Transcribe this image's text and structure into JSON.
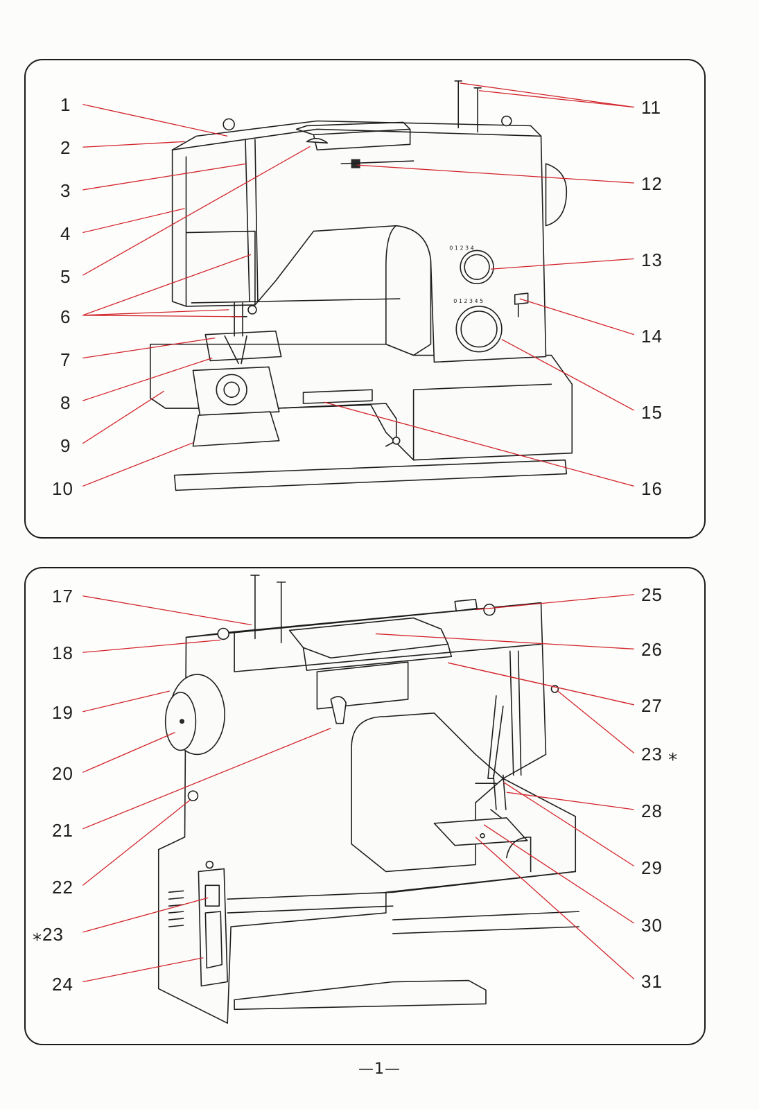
{
  "front_labels": [
    {
      "id": "1",
      "text": "1"
    },
    {
      "id": "2",
      "text": "2"
    },
    {
      "id": "3",
      "text": "3"
    },
    {
      "id": "4",
      "text": "4"
    },
    {
      "id": "5",
      "text": "5"
    },
    {
      "id": "6",
      "text": "6"
    },
    {
      "id": "7",
      "text": "7"
    },
    {
      "id": "8",
      "text": "8"
    },
    {
      "id": "9",
      "text": "9"
    },
    {
      "id": "10",
      "text": "10"
    },
    {
      "id": "11",
      "text": "11"
    },
    {
      "id": "12",
      "text": "12"
    },
    {
      "id": "13",
      "text": "13"
    },
    {
      "id": "14",
      "text": "14"
    },
    {
      "id": "15",
      "text": "15"
    },
    {
      "id": "16",
      "text": "16"
    }
  ],
  "back_labels": [
    {
      "id": "17",
      "text": "17"
    },
    {
      "id": "18",
      "text": "18"
    },
    {
      "id": "19",
      "text": "19"
    },
    {
      "id": "20",
      "text": "20"
    },
    {
      "id": "21",
      "text": "21"
    },
    {
      "id": "22",
      "text": "22"
    },
    {
      "id": "23a",
      "text": "⁎23"
    },
    {
      "id": "24",
      "text": "24"
    },
    {
      "id": "25",
      "text": "25"
    },
    {
      "id": "26",
      "text": "26"
    },
    {
      "id": "27",
      "text": "27"
    },
    {
      "id": "23b",
      "text": "23 ⁎"
    },
    {
      "id": "28",
      "text": "28"
    },
    {
      "id": "29",
      "text": "29"
    },
    {
      "id": "30",
      "text": "30"
    },
    {
      "id": "31",
      "text": "31"
    }
  ],
  "dial_scales": {
    "stitch_width": "0 1 2 3 4",
    "stitch_length": "0 1 2 3 4 5"
  },
  "page_number": "—1—",
  "colors": {
    "leader_line": "#d2232a",
    "outline": "#1d1d1d",
    "border": "#1a1a1a"
  }
}
